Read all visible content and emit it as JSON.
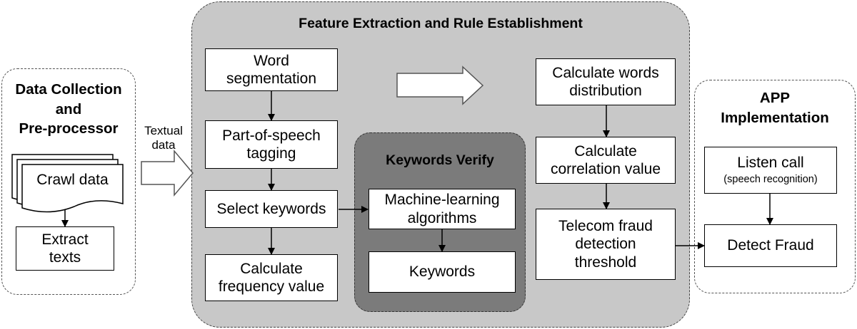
{
  "data_collection": {
    "title_line1": "Data Collection",
    "title_line2": "and",
    "title_line3": "Pre-processor",
    "crawl_data": "Crawl data",
    "extract_line1": "Extract",
    "extract_line2": "texts"
  },
  "textual_data": {
    "line1": "Textual",
    "line2": "data"
  },
  "feature_extraction": {
    "title": "Feature Extraction and Rule Establishment",
    "word_seg_line1": "Word",
    "word_seg_line2": "segmentation",
    "pos_line1": "Part-of-speech",
    "pos_line2": "tagging",
    "select_keywords": "Select keywords",
    "calc_freq_line1": "Calculate",
    "calc_freq_line2": "frequency value",
    "calc_dist_line1": "Calculate words",
    "calc_dist_line2": "distribution",
    "calc_corr_line1": "Calculate",
    "calc_corr_line2": "correlation value",
    "threshold_line1": "Telecom fraud",
    "threshold_line2": "detection",
    "threshold_line3": "threshold"
  },
  "keywords_verify": {
    "title": "Keywords Verify",
    "ml_line1": "Machine-learning",
    "ml_line2": "algorithms",
    "keywords": "Keywords"
  },
  "app": {
    "title_line1": "APP",
    "title_line2": "Implementation",
    "listen_line1": "Listen call",
    "listen_line2": "(speech recognition)",
    "detect_fraud": "Detect Fraud"
  }
}
